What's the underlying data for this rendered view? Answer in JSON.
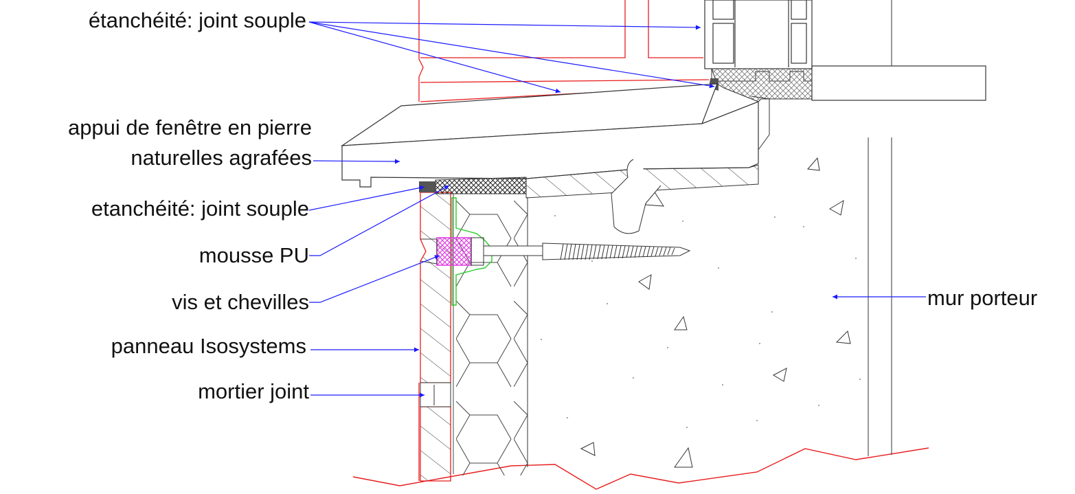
{
  "labels": {
    "etancheite_top": "étanchéité: joint souple",
    "appui_line1": "appui de fenêtre en pierre",
    "appui_line2": "naturelles agrafées",
    "etancheite_bottom": "etanchéité: joint souple",
    "mousse": "mousse PU",
    "vis": "vis et chevilles",
    "panneau": "panneau Isosystems",
    "mortier": "mortier joint",
    "mur": "mur porteur"
  },
  "colors": {
    "leader": "#1a1aff",
    "outline": "#333333",
    "brick": "#e81c1c",
    "fixing": "#22cc22",
    "foam": "#e040e0",
    "text": "#111111"
  }
}
